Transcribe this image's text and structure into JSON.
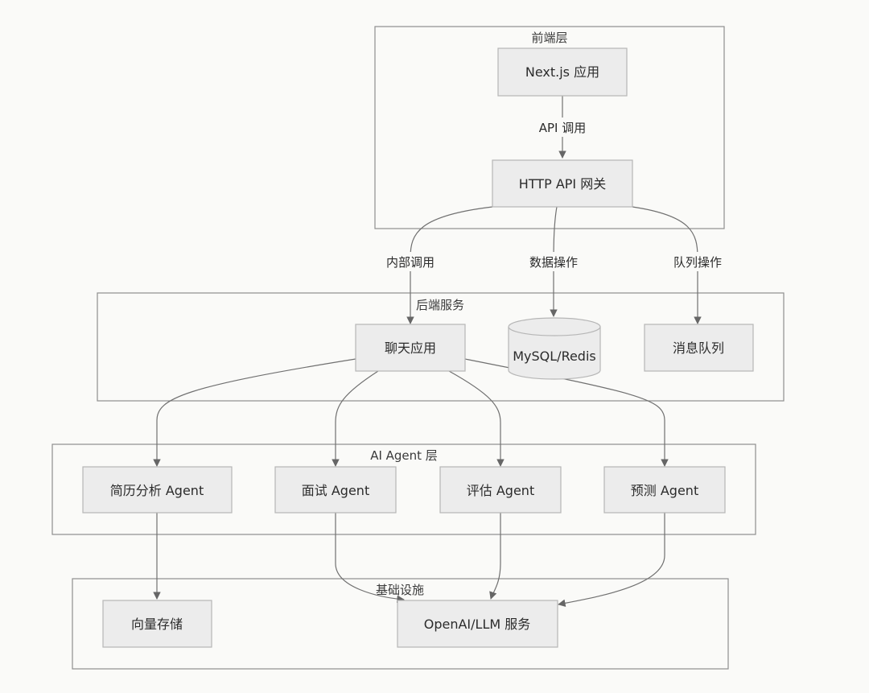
{
  "clusters": {
    "frontend": {
      "label": "前端层"
    },
    "backend": {
      "label": "后端服务"
    },
    "agents": {
      "label": "AI Agent 层"
    },
    "infra": {
      "label": "基础设施"
    }
  },
  "nodes": {
    "nextjs": {
      "label": "Next.js 应用"
    },
    "gateway": {
      "label": "HTTP API 网关"
    },
    "chat": {
      "label": "聊天应用"
    },
    "db": {
      "label": "MySQL/Redis"
    },
    "mq": {
      "label": "消息队列"
    },
    "resume_agent": {
      "label": "简历分析 Agent"
    },
    "interview_agent": {
      "label": "面试 Agent"
    },
    "eval_agent": {
      "label": "评估 Agent"
    },
    "predict_agent": {
      "label": "预测 Agent"
    },
    "vector": {
      "label": "向量存储"
    },
    "llm": {
      "label": "OpenAI/LLM 服务"
    }
  },
  "edges": {
    "api_call": {
      "label": "API 调用"
    },
    "internal_call": {
      "label": "内部调用"
    },
    "data_op": {
      "label": "数据操作"
    },
    "queue_op": {
      "label": "队列操作"
    }
  }
}
